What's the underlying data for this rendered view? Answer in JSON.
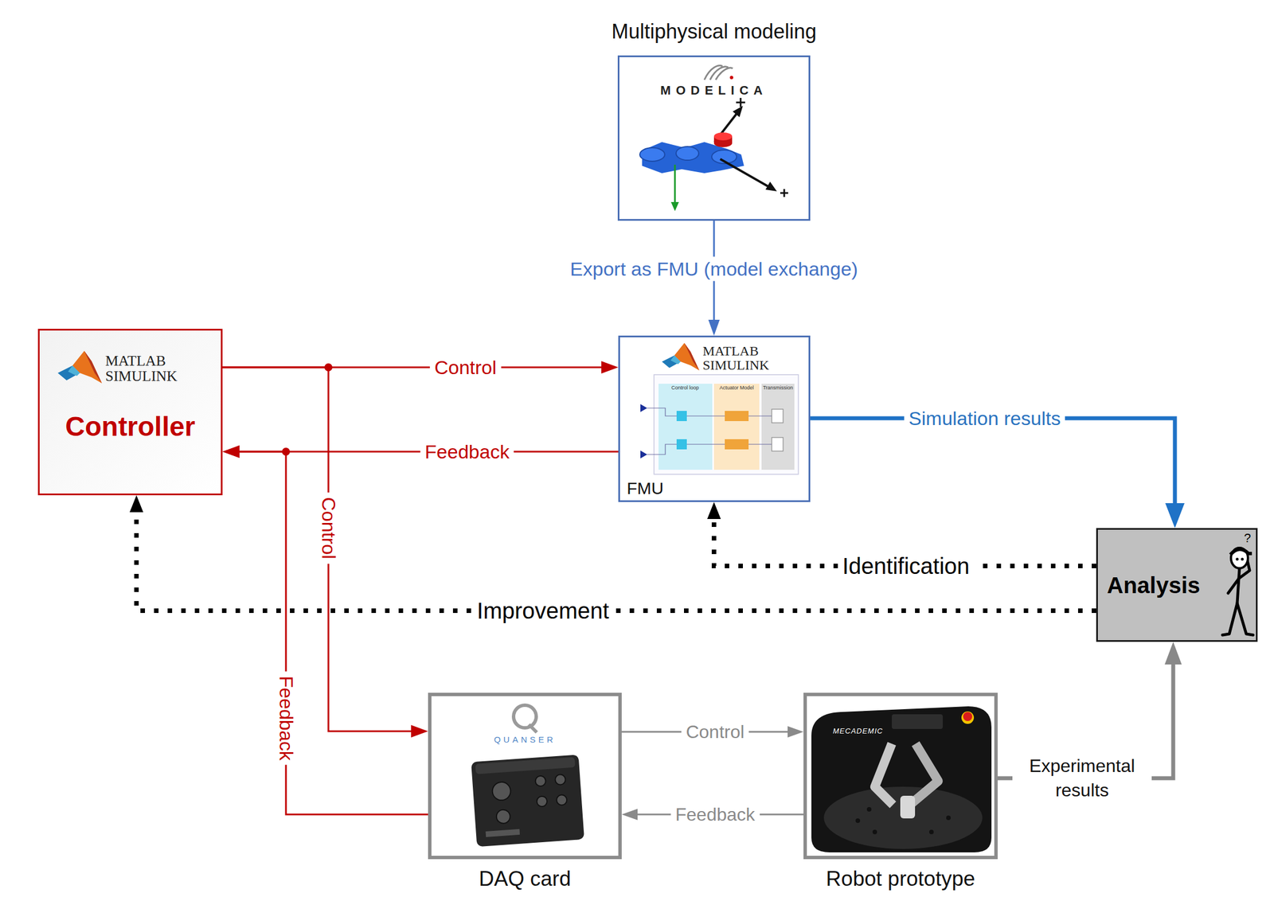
{
  "diagram": {
    "nodes": [
      {
        "text": [
          "Multiphysical modeling",
          "MODELICA"
        ]
      },
      {
        "text": [
          "MATLAB SIMULINK",
          "Controller"
        ]
      },
      {
        "text": [
          "MATLAB SIMULINK",
          "FMU"
        ]
      },
      {
        "text": [
          "Analysis"
        ]
      },
      {
        "text": [
          "QUANSER",
          "DAQ card"
        ]
      },
      {
        "text": [
          "MECADEMIC",
          "Robot prototype"
        ]
      }
    ],
    "edges": [
      {
        "from": 0,
        "to": 2,
        "label": "Export as FMU (model exchange)",
        "arrow": "to"
      },
      {
        "from": 1,
        "to": 2,
        "label": "Control",
        "arrow": "to"
      },
      {
        "from": 2,
        "to": 1,
        "label": "Feedback",
        "arrow": "to"
      },
      {
        "from": 1,
        "to": 4,
        "label": "Control",
        "arrow": "to"
      },
      {
        "from": 4,
        "to": 1,
        "label": "Feedback",
        "arrow": "to"
      },
      {
        "from": 2,
        "to": 3,
        "label": "Simulation results",
        "arrow": "to"
      },
      {
        "from": 3,
        "to": 2,
        "label": "Identification",
        "arrow": "to"
      },
      {
        "from": 3,
        "to": 1,
        "label": "Improvement",
        "arrow": "to"
      },
      {
        "from": 4,
        "to": 5,
        "label": "Control",
        "arrow": "to"
      },
      {
        "from": 5,
        "to": 4,
        "label": "Feedback",
        "arrow": "to"
      },
      {
        "from": 5,
        "to": 3,
        "label": "Experimental results",
        "arrow": "to"
      }
    ],
    "labels": [
      "Control loop",
      "Actuator Model",
      "Transmission",
      "?"
    ]
  }
}
